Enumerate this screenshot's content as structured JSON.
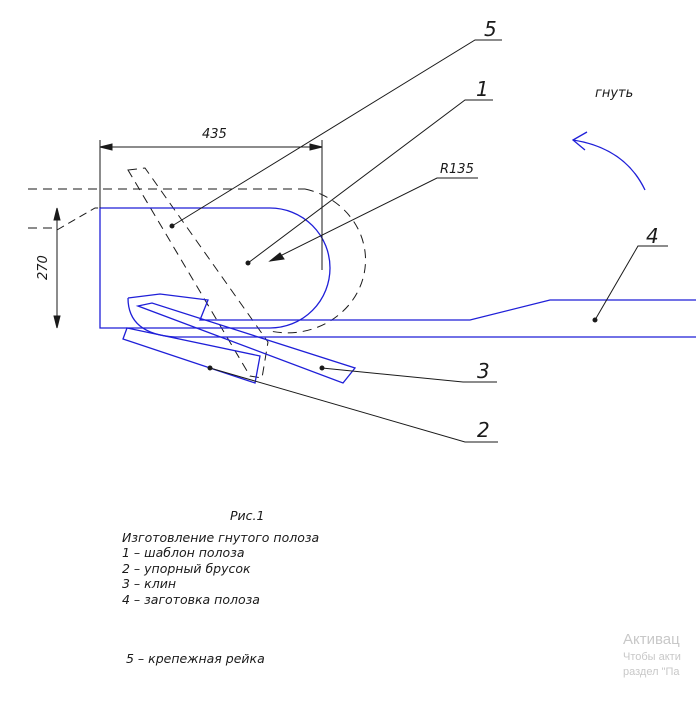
{
  "labels": {
    "dimension_width": "435",
    "dimension_height": "270",
    "radius": "R135",
    "bend_direction": "гнуть",
    "callout_1": "1",
    "callout_2": "2",
    "callout_3": "3",
    "callout_4": "4",
    "callout_5": "5"
  },
  "caption": {
    "figure": "Рис.1",
    "title": "Изготовление гнутого полоза",
    "items": [
      "1 – шаблон полоза",
      "2 – упорный брусок",
      "3 – клин",
      "4 – заготовка полоза"
    ],
    "item_5": "5 – крепежная рейка"
  },
  "watermark": {
    "line1": "Активац",
    "line2": "Чтобы акти",
    "line3": "раздел \"Па"
  },
  "colors": {
    "part_lines": "#1f1fd8",
    "annotation_lines": "#1a1a1a",
    "background": "#ffffff"
  }
}
